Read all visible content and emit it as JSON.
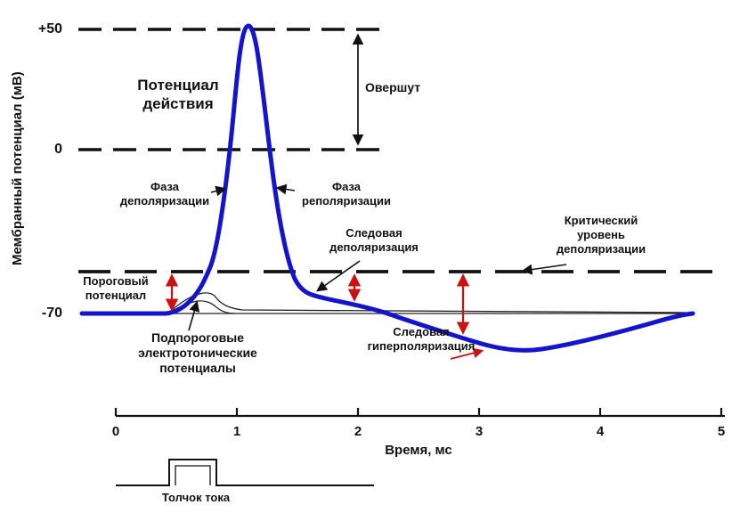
{
  "figure": {
    "y_axis": {
      "label": "Мембранный потенциал (мВ)",
      "tick_plus50": "+50",
      "tick_zero": "0",
      "tick_minus70": "-70"
    },
    "x_axis": {
      "label": "Время, мс",
      "ticks": [
        "0",
        "1",
        "2",
        "3",
        "4",
        "5"
      ]
    },
    "labels": {
      "action_potential": "Потенциал\nдействия",
      "overshoot": "Овершут",
      "depolarization_phase": "Фаза\nдеполяризации",
      "repolarization_phase": "Фаза\nреполяризации",
      "after_depolarization": "Следовая\nдеполяризация",
      "critical_level": "Критический\nуровень\nдеполяризации",
      "threshold_potential": "Пороговый\nпотенциал",
      "subthreshold_potentials": "Подпороговые\nэлектротонические\nпотенциалы",
      "after_hyperpolarization": "Следовая\nгиперполяризация",
      "current_pulse": "Толчок тока"
    },
    "colors": {
      "curve_blue": "#1414cc",
      "arrow_red": "#cc1111",
      "ink": "#111111"
    }
  },
  "chart_data": {
    "type": "line",
    "title": "Потенциал действия",
    "xlabel": "Время, мс",
    "ylabel": "Мембранный потенциал (мВ)",
    "x_range_ms": [
      0,
      5
    ],
    "y_tick_values_mV": [
      50,
      0,
      -70
    ],
    "resting_potential_mV": -70,
    "threshold_potential_mV": -52,
    "overshoot_range_mV": [
      0,
      52
    ],
    "grid": false,
    "series": [
      {
        "name": "Потенциал действия",
        "color": "#1414cc",
        "x": [
          0,
          0.4,
          0.55,
          0.68,
          0.78,
          0.9,
          1.0,
          1.08,
          1.15,
          1.25,
          1.4,
          1.55,
          1.7,
          2.0,
          2.5,
          3.0,
          3.3,
          3.6,
          4.0,
          4.4,
          4.75
        ],
        "y": [
          -70,
          -70,
          -65,
          -57,
          -52,
          -25,
          30,
          52,
          35,
          -12,
          -48,
          -60,
          -62,
          -64,
          -71,
          -79,
          -83,
          -83,
          -78,
          -73,
          -70
        ]
      },
      {
        "name": "Подпороговые электротонические потенциалы",
        "color": "#111111",
        "x": [
          0.4,
          0.55,
          0.7,
          0.8,
          0.95,
          1.5,
          3.0,
          4.7
        ],
        "y": [
          -70,
          -64,
          -61,
          -62,
          -66,
          -68.5,
          -69.5,
          -70
        ]
      }
    ],
    "stimulus": {
      "label": "Толчок тока",
      "start_ms": 0.44,
      "end_ms": 0.83
    }
  }
}
